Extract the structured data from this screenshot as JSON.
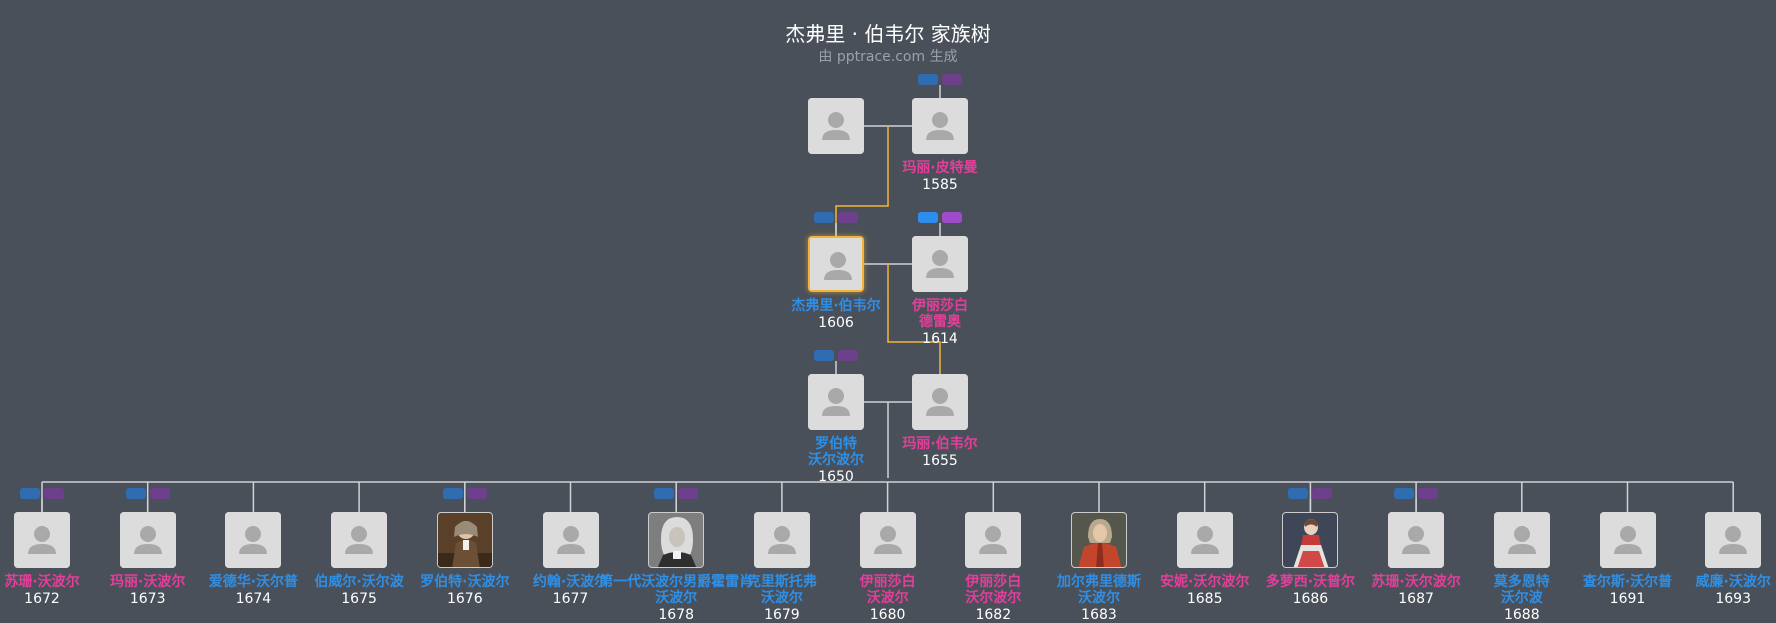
{
  "title": "杰弗里 · 伯韦尔 家族树",
  "subtitle": "由 pptrace.com 生成",
  "nodes": [
    {
      "id": "gf",
      "name": "",
      "year": "",
      "sex": "m",
      "photo": "",
      "gen": 0
    },
    {
      "id": "gm",
      "name": "玛丽·皮特曼",
      "year": "1585",
      "sex": "f",
      "photo": "",
      "gen": 0
    },
    {
      "id": "me",
      "name": "杰弗里·伯韦尔",
      "year": "1606",
      "sex": "m",
      "photo": "",
      "gen": 1,
      "focus": true
    },
    {
      "id": "wife",
      "name": "伊丽莎白\n德雷奥",
      "year": "1614",
      "sex": "f",
      "photo": "",
      "gen": 1
    },
    {
      "id": "sil",
      "name": "罗伯特\n沃尔波尔",
      "year": "1650",
      "sex": "m",
      "photo": "",
      "gen": 2
    },
    {
      "id": "dau",
      "name": "玛丽·伯韦尔",
      "year": "1655",
      "sex": "f",
      "photo": "",
      "gen": 2
    },
    {
      "id": "c1",
      "name": "苏珊·沃波尔",
      "year": "1672",
      "sex": "f",
      "photo": "",
      "gen": 3
    },
    {
      "id": "c2",
      "name": "玛丽·沃波尔",
      "year": "1673",
      "sex": "f",
      "photo": "",
      "gen": 3
    },
    {
      "id": "c3",
      "name": "爱德华·沃尔普",
      "year": "1674",
      "sex": "m",
      "photo": "",
      "gen": 3
    },
    {
      "id": "c4",
      "name": "伯威尔·沃尔波",
      "year": "1675",
      "sex": "m",
      "photo": "",
      "gen": 3
    },
    {
      "id": "c5",
      "name": "罗伯特·沃波尔",
      "year": "1676",
      "sex": "m",
      "photo": "portrait-a",
      "gen": 3
    },
    {
      "id": "c6",
      "name": "约翰·沃波尔",
      "year": "1677",
      "sex": "m",
      "photo": "",
      "gen": 3
    },
    {
      "id": "c7",
      "name": "第一代沃波尔男爵霍雷肖\n沃波尔",
      "year": "1678",
      "sex": "m",
      "photo": "portrait-b",
      "gen": 3
    },
    {
      "id": "c8",
      "name": "克里斯托弗\n沃波尔",
      "year": "1679",
      "sex": "m",
      "photo": "",
      "gen": 3
    },
    {
      "id": "c9",
      "name": "伊丽莎白\n沃波尔",
      "year": "1680",
      "sex": "f",
      "photo": "",
      "gen": 3
    },
    {
      "id": "c10",
      "name": "伊丽莎白\n沃尔波尔",
      "year": "1682",
      "sex": "f",
      "photo": "",
      "gen": 3
    },
    {
      "id": "c11",
      "name": "加尔弗里德斯\n沃波尔",
      "year": "1683",
      "sex": "m",
      "photo": "portrait-c",
      "gen": 3
    },
    {
      "id": "c12",
      "name": "安妮·沃尔波尔",
      "year": "1685",
      "sex": "f",
      "photo": "",
      "gen": 3
    },
    {
      "id": "c13",
      "name": "多萝西·沃普尔",
      "year": "1686",
      "sex": "f",
      "photo": "portrait-d",
      "gen": 3
    },
    {
      "id": "c14",
      "name": "苏珊·沃尔波尔",
      "year": "1687",
      "sex": "f",
      "photo": "",
      "gen": 3
    },
    {
      "id": "c15",
      "name": "莫多恩特\n沃尔波",
      "year": "1688",
      "sex": "m",
      "photo": "",
      "gen": 3
    },
    {
      "id": "c16",
      "name": "查尔斯·沃尔普",
      "year": "1691",
      "sex": "m",
      "photo": "",
      "gen": 3
    },
    {
      "id": "c17",
      "name": "威廉·沃波尔",
      "year": "1693",
      "sex": "m",
      "photo": "",
      "gen": 3
    }
  ],
  "couples": [
    {
      "a": "gf",
      "b": "gm"
    },
    {
      "a": "me",
      "b": "wife"
    },
    {
      "a": "sil",
      "b": "dau"
    }
  ],
  "highlight_lines": [
    {
      "from": "gf-gm",
      "to": "me"
    },
    {
      "from": "me-wife",
      "to": "dau"
    }
  ],
  "children_of": {
    "parents": "sil-dau",
    "children": [
      "c1",
      "c2",
      "c3",
      "c4",
      "c5",
      "c6",
      "c7",
      "c8",
      "c9",
      "c10",
      "c11",
      "c12",
      "c13",
      "c14",
      "c15",
      "c16",
      "c17"
    ]
  },
  "toggles": [
    {
      "node": "gm",
      "active": false
    },
    {
      "node": "me",
      "active": false
    },
    {
      "node": "wife",
      "active": true
    },
    {
      "node": "sil",
      "active": false
    },
    {
      "node": "c1",
      "active": false
    },
    {
      "node": "c2",
      "active": false
    },
    {
      "node": "c5",
      "active": false
    },
    {
      "node": "c7",
      "active": false
    },
    {
      "node": "c13",
      "active": false
    },
    {
      "node": "c14",
      "active": false
    }
  ],
  "colors": {
    "background": "#4a5059",
    "male": "#2f8fe6",
    "female": "#e23f9a",
    "focus_border": "#f2b53a",
    "line": "#cfd3d8",
    "highlight_line": "#f2b53a"
  }
}
